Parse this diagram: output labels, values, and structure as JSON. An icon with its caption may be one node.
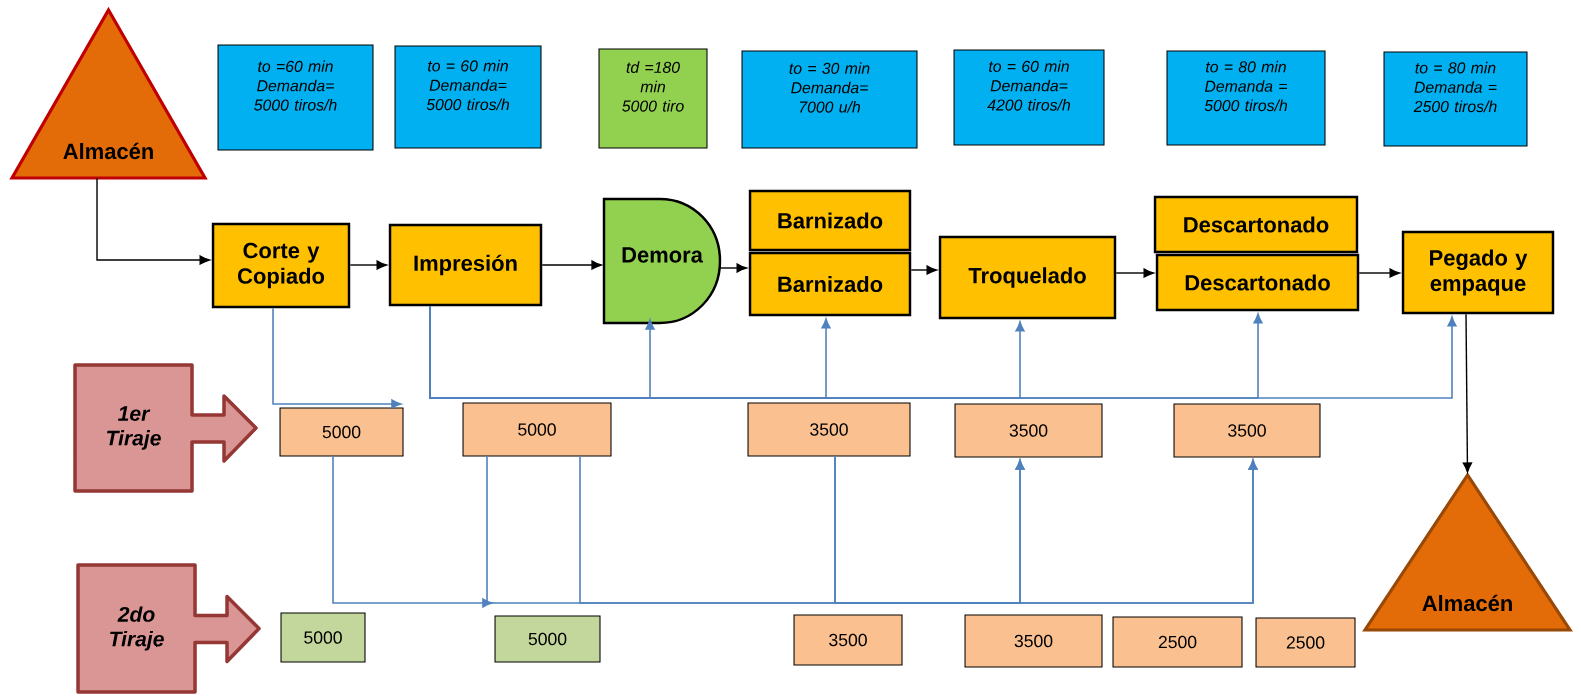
{
  "diagram": {
    "nodes": [
      {
        "text": [
          "Almacén"
        ]
      },
      {
        "text": [
          "to =60 min Demanda= 5000 tiros/h"
        ]
      },
      {
        "text": [
          "to = 60 min Demanda= 5000 tiros/h"
        ]
      },
      {
        "text": [
          "td =180 min 5000 tiro"
        ]
      },
      {
        "text": [
          "to = 30 min Demanda= 7000 u/h"
        ]
      },
      {
        "text": [
          "to = 60 min Demanda= 4200 tiros/h"
        ]
      },
      {
        "text": [
          "to = 80 min Demanda = 5000 tiros/h"
        ]
      },
      {
        "text": [
          "to = 80 min Demanda = 2500 tiros/h"
        ]
      },
      {
        "text": [
          "Corte y Copiado"
        ]
      },
      {
        "text": [
          "Impresión"
        ]
      },
      {
        "text": [
          "Demora"
        ]
      },
      {
        "text": [
          "Barnizado"
        ]
      },
      {
        "text": [
          "Barnizado"
        ]
      },
      {
        "text": [
          "Troquelado"
        ]
      },
      {
        "text": [
          "Descartonado"
        ]
      },
      {
        "text": [
          "Descartonado"
        ]
      },
      {
        "text": [
          "Pegado y empaque"
        ]
      },
      {
        "text": [
          "1er Tiraje"
        ]
      },
      {
        "text": [
          "5000"
        ]
      },
      {
        "text": [
          "5000"
        ]
      },
      {
        "text": [
          "3500"
        ]
      },
      {
        "text": [
          "3500"
        ]
      },
      {
        "text": [
          "3500"
        ]
      },
      {
        "text": [
          "2do Tiraje"
        ]
      },
      {
        "text": [
          "5000"
        ]
      },
      {
        "text": [
          "5000"
        ]
      },
      {
        "text": [
          "3500"
        ]
      },
      {
        "text": [
          "3500"
        ]
      },
      {
        "text": [
          "2500"
        ]
      },
      {
        "text": [
          "2500"
        ]
      },
      {
        "text": [
          "Almacén"
        ]
      }
    ],
    "edges": [
      {
        "from": 0,
        "to": 8,
        "arrow": "to",
        "color": "#000000"
      },
      {
        "from": 8,
        "to": 9,
        "arrow": "to",
        "color": "#000000"
      },
      {
        "from": 9,
        "to": 10,
        "arrow": "to",
        "color": "#000000"
      },
      {
        "from": 10,
        "to": 12,
        "arrow": "to",
        "color": "#000000"
      },
      {
        "from": 12,
        "to": 13,
        "arrow": "to",
        "color": "#000000"
      },
      {
        "from": 13,
        "to": 15,
        "arrow": "to",
        "color": "#000000"
      },
      {
        "from": 15,
        "to": 16,
        "arrow": "to",
        "color": "#000000"
      },
      {
        "from": 16,
        "to": 30,
        "arrow": "to",
        "color": "#000000"
      },
      {
        "from": 8,
        "to": 18,
        "arrow": "to"
      },
      {
        "from": 9,
        "to": 10,
        "arrow": "to"
      },
      {
        "from": 9,
        "to": 12,
        "arrow": "to"
      },
      {
        "from": 9,
        "to": 13,
        "arrow": "to"
      },
      {
        "from": 9,
        "to": 15,
        "arrow": "to"
      },
      {
        "from": 9,
        "to": 16,
        "arrow": "to"
      },
      {
        "from": 18,
        "to": 25,
        "arrow": "to"
      },
      {
        "from": 19,
        "to": 21,
        "arrow": "to"
      },
      {
        "from": 19,
        "to": 22,
        "arrow": "to"
      },
      {
        "from": 20,
        "to": 21,
        "arrow": "to"
      },
      {
        "from": 20,
        "to": 22,
        "arrow": "to"
      }
    ]
  }
}
